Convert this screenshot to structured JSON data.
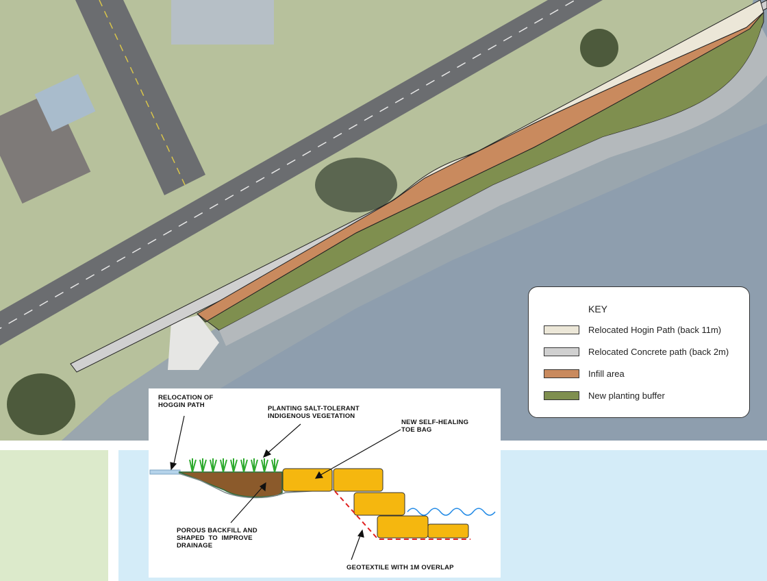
{
  "colors": {
    "hoggin_path": "#ece7d8",
    "concrete_path": "#d0d0d0",
    "infill": "#c98a5e",
    "planting": "#7f8f4f",
    "water": "#8ea0b2",
    "grass": "#b9c3a0",
    "road": "#6c6e70",
    "toe_bag": "#f5b70f",
    "backfill": "#8b5a2b",
    "geotextile": "#e02020",
    "wave": "#1e88e5",
    "panel_green": "#dceacb",
    "panel_blue": "#d4ecf8"
  },
  "key": {
    "title": "KEY",
    "items": [
      {
        "label": "Relocated Hogin Path (back 11m)",
        "color": "#ece7d8"
      },
      {
        "label": "Relocated Concrete path (back 2m)",
        "color": "#d0d0d0"
      },
      {
        "label": "Infill area",
        "color": "#c98a5e"
      },
      {
        "label": "New planting buffer",
        "color": "#7f8f4f"
      }
    ]
  },
  "section": {
    "labels": {
      "hoggin": "RELOCATION OF\nHOGGIN PATH",
      "planting": "PLANTING SALT-TOLERANT\nINDIGENOUS VEGETATION",
      "toe_bag": "NEW SELF-HEALING\nTOE BAG",
      "backfill": "POROUS BACKFILL AND\nSHAPED  TO  IMPROVE\nDRAINAGE",
      "geotextile": "GEOTEXTILE WITH 1M OVERLAP"
    }
  }
}
